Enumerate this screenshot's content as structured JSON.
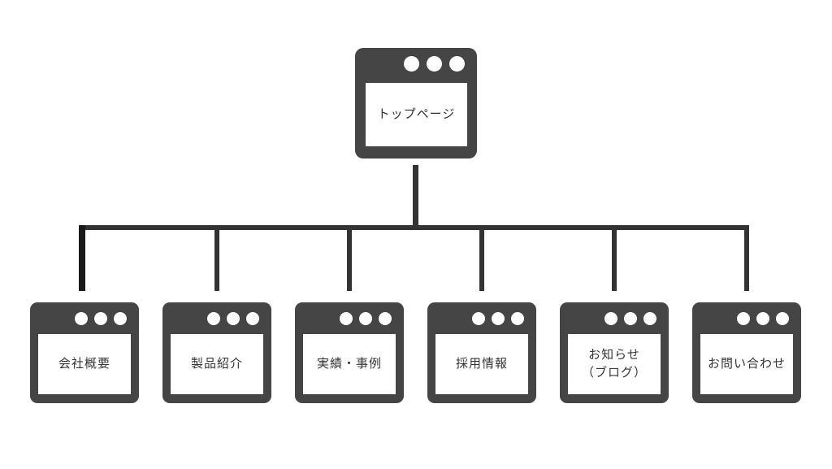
{
  "diagram": {
    "type": "sitemap-tree",
    "root": {
      "label": "トップページ"
    },
    "children": [
      {
        "label": "会社概要"
      },
      {
        "label": "製品紹介"
      },
      {
        "label": "実績・事例"
      },
      {
        "label": "採用情報"
      },
      {
        "label": "お知らせ\n（ブログ）"
      },
      {
        "label": "お問い合わせ"
      }
    ],
    "node_icon": "browser-window",
    "colors": {
      "node_fill": "#454545",
      "node_screen": "#ffffff",
      "window_dots": "#ffffff",
      "connector": "#333333",
      "text": "#333333",
      "background": "#ffffff"
    }
  }
}
